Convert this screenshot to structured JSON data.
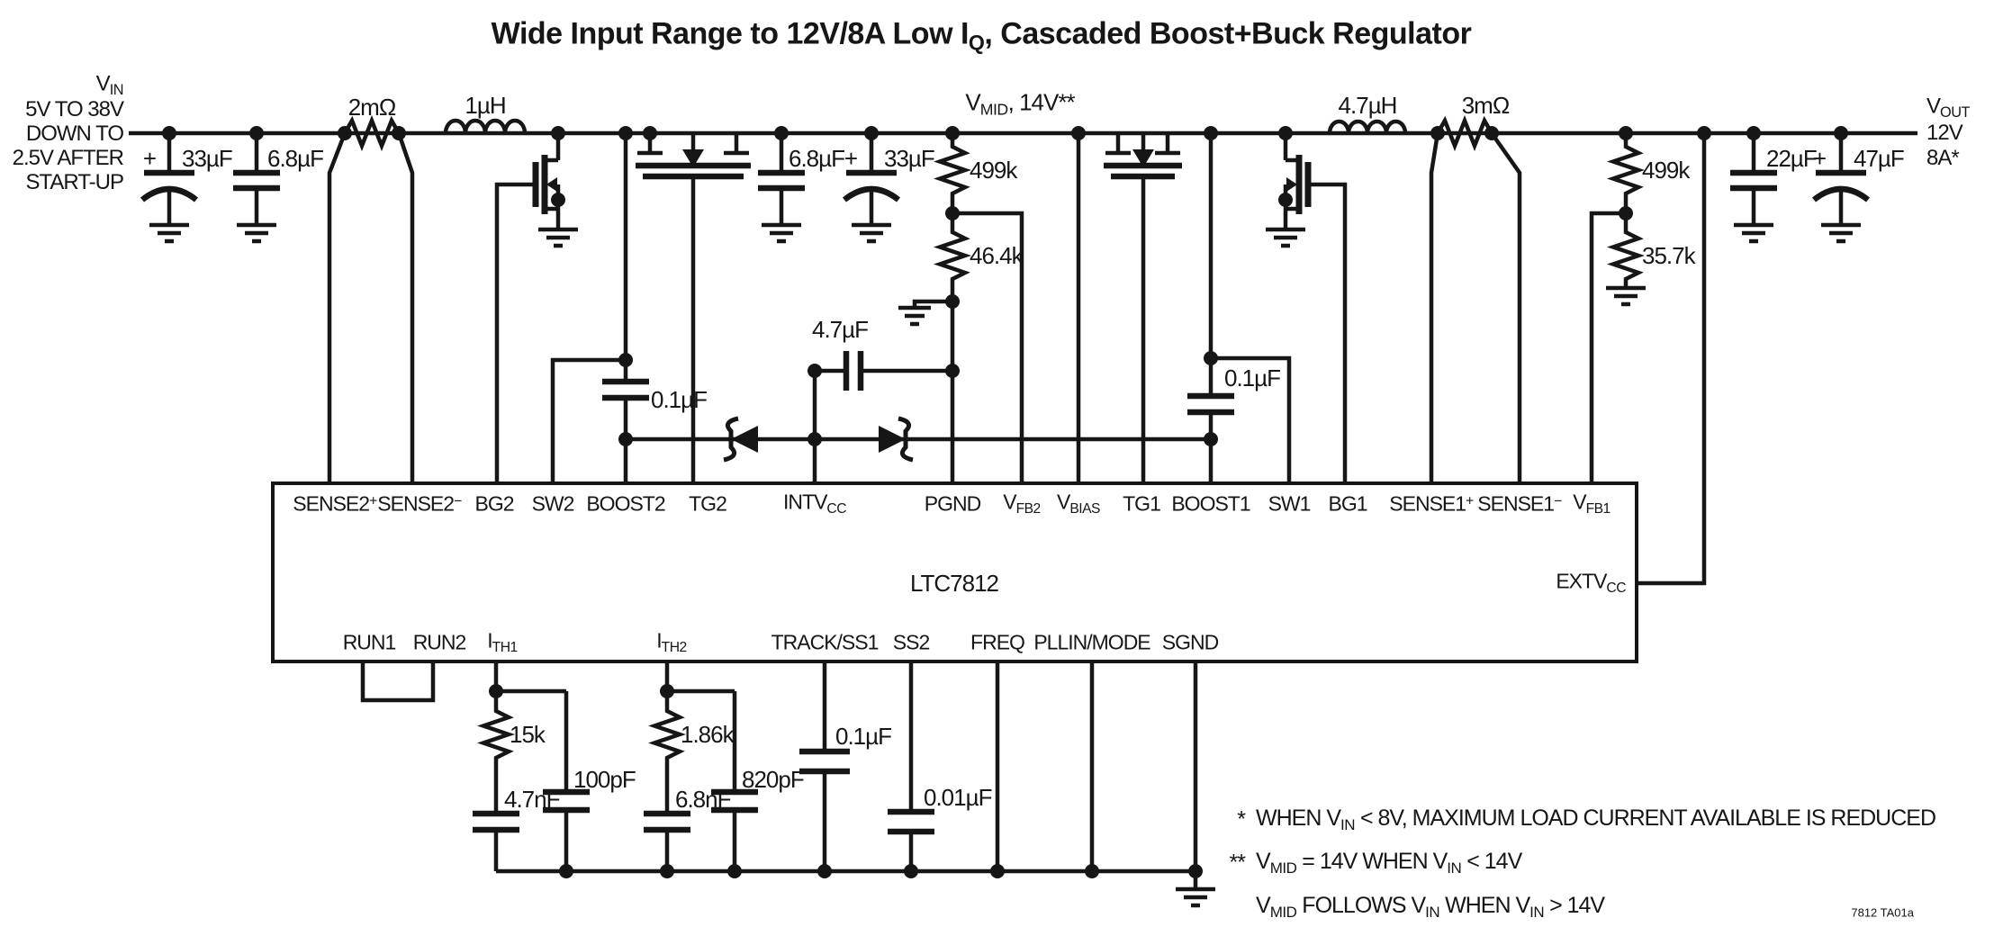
{
  "title": {
    "pre": "Wide Input Range to 12V/8A Low I",
    "sub": "Q",
    "post": ", Cascaded Boost+Buck Regulator"
  },
  "colors": {
    "ic_fill": "#e9c5bf",
    "line": "#161616",
    "background": "#ffffff"
  },
  "input_rail": {
    "v_pre": "V",
    "v_sub": "IN",
    "lines": [
      "5V TO 38V",
      "DOWN TO",
      "2.5V AFTER",
      "START-UP"
    ]
  },
  "output_rail": {
    "v_pre": "V",
    "v_sub": "OUT",
    "lines": [
      "12V",
      "8A*"
    ]
  },
  "mid_rail": {
    "pre": "V",
    "sub": "MID",
    "post": ", 14V**"
  },
  "components": {
    "c_in_bulk": "33µF",
    "c_in_cer": "6.8µF",
    "r_sense2": "2mΩ",
    "l_boost": "1µH",
    "c_boost2": "0.1µF",
    "c_mid_cer": "6.8µF",
    "c_mid_bulk": "33µF",
    "r_fb2_top": "499k",
    "r_fb2_bot": "46.4k",
    "c_intvcc": "4.7µF",
    "c_boost1": "0.1µF",
    "l_buck": "4.7µH",
    "r_sense1": "3mΩ",
    "r_fb1_top": "499k",
    "r_fb1_bot": "35.7k",
    "c_out_cer": "22µF",
    "c_out_bulk": "47µF",
    "r_ith1": "15k",
    "c_ith1_filter": "100pF",
    "c_ith1_comp": "4.7nF",
    "r_ith2": "1.86k",
    "c_ith2_filter": "820pF",
    "c_ith2_comp": "6.8nF",
    "c_ss1": "0.1µF",
    "c_ss2": "0.01µF",
    "polarity_plus": "+"
  },
  "ic": {
    "name": "LTC7812"
  },
  "pins": {
    "top": [
      {
        "text": "SENSE2",
        "sup": "+"
      },
      {
        "text": "SENSE2",
        "sup": "−"
      },
      {
        "text": "BG2"
      },
      {
        "text": "SW2"
      },
      {
        "text": "BOOST2"
      },
      {
        "text": "TG2"
      },
      {
        "text": "INTV",
        "sub": "CC"
      },
      {
        "text": "PGND"
      },
      {
        "text": "V",
        "sub": "FB2"
      },
      {
        "text": "V",
        "sub": "BIAS"
      },
      {
        "text": "TG1"
      },
      {
        "text": "BOOST1"
      },
      {
        "text": "SW1"
      },
      {
        "text": "BG1"
      },
      {
        "text": "SENSE1",
        "sup": "+"
      },
      {
        "text": "SENSE1",
        "sup": "−"
      },
      {
        "text": "V",
        "sub": "FB1"
      }
    ],
    "right": {
      "text": "EXTV",
      "sub": "CC"
    },
    "bottom": [
      {
        "text": "RUN1"
      },
      {
        "text": "RUN2"
      },
      {
        "text": "I",
        "sub": "TH1"
      },
      {
        "text": "I",
        "sub": "TH2"
      },
      {
        "text": "TRACK/SS1"
      },
      {
        "text": "SS2"
      },
      {
        "text": "FREQ"
      },
      {
        "text": "PLLIN/MODE"
      },
      {
        "text": "SGND"
      }
    ]
  },
  "footnotes": {
    "f1_marker": "*",
    "f1_pre": "WHEN V",
    "f1_sub": "IN",
    "f1_post": " < 8V, MAXIMUM LOAD CURRENT AVAILABLE IS REDUCED",
    "f2_marker": "**",
    "f2_a": "V",
    "f2_a_sub": "MID",
    "f2_b": " = 14V WHEN V",
    "f2_b_sub": "IN",
    "f2_c": " < 14V",
    "f3_a": "V",
    "f3_a_sub": "MID",
    "f3_b": " FOLLOWS V",
    "f3_b_sub": "IN",
    "f3_c": " WHEN V",
    "f3_c_sub": "IN",
    "f3_d": " > 14V"
  },
  "doc_id": "7812 TA01a"
}
